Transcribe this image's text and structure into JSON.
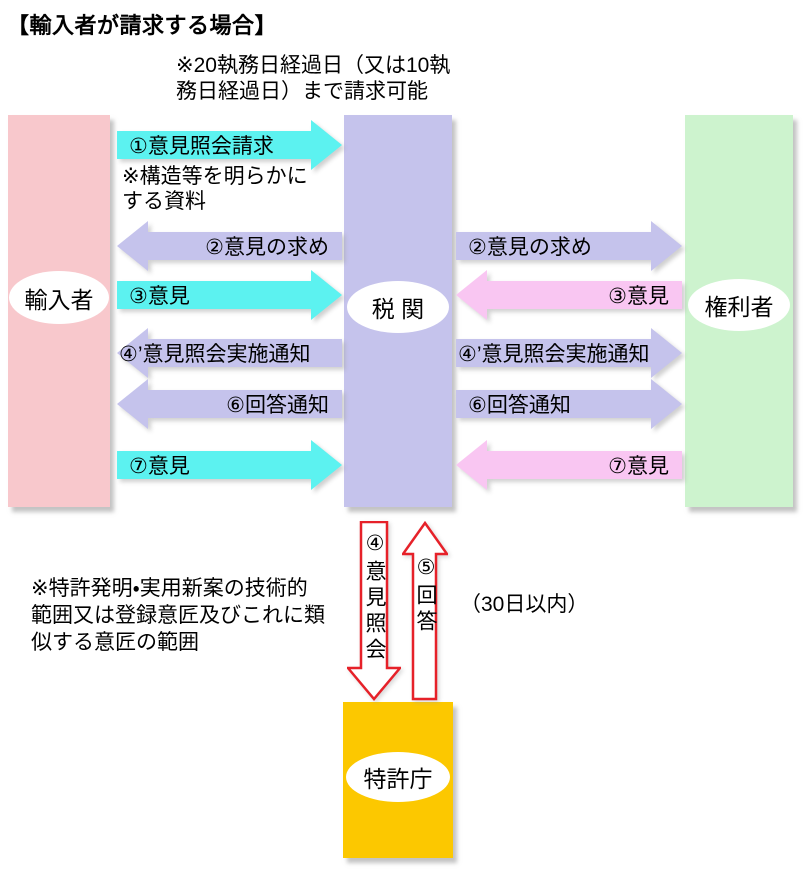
{
  "title": "【輸入者が請求する場合】",
  "notes": {
    "deadline_top": "※20執務日経過日（又は10執\n務日経過日）まで請求可能",
    "materials": "※構造等を明らかに\nする資料",
    "scope": "※特許発明・実用新案の技術的\n範囲又は登録意匠及びこれに類\n似する意匠の範囲",
    "response_limit": "（30日以内）"
  },
  "entities": {
    "importer": {
      "label": "輸入者",
      "color": "#F8C8CC"
    },
    "customs": {
      "label": "税 関",
      "color": "#C5C3EC"
    },
    "rights_holder": {
      "label": "権利者",
      "color": "#CDF3CE"
    },
    "patent_office": {
      "label": "特許庁",
      "color": "#FCC800"
    }
  },
  "importer_customs_arrows": [
    {
      "label": "①意見照会請求",
      "direction": "right",
      "color": "#5CF2F0"
    },
    {
      "label": "②意見の求め",
      "direction": "left",
      "color": "#C5C3EC"
    },
    {
      "label": "③意見",
      "direction": "right",
      "color": "#5CF2F0"
    },
    {
      "label": "④’意見照会実施通知",
      "direction": "left",
      "color": "#C5C3EC"
    },
    {
      "label": "⑥回答通知",
      "direction": "left",
      "color": "#C5C3EC"
    },
    {
      "label": "⑦意見",
      "direction": "right",
      "color": "#5CF2F0"
    }
  ],
  "customs_rightsholder_arrows": [
    {
      "label": "②意見の求め",
      "direction": "right",
      "color": "#C5C3EC"
    },
    {
      "label": "③意見",
      "direction": "left",
      "color": "#F9C6F2"
    },
    {
      "label": "④’意見照会実施通知",
      "direction": "right",
      "color": "#C5C3EC"
    },
    {
      "label": "⑥回答通知",
      "direction": "right",
      "color": "#C5C3EC"
    },
    {
      "label": "⑦意見",
      "direction": "left",
      "color": "#F9C6F2"
    }
  ],
  "customs_patentoffice_arrows": [
    {
      "label": "④意見照会",
      "direction": "down",
      "outline": "#E62129"
    },
    {
      "label": "⑤回答",
      "direction": "up",
      "outline": "#E62129"
    }
  ],
  "colors": {
    "cyan_arrow": "#5CF2F0",
    "lavender_arrow": "#C5C3EC",
    "pink_arrow": "#F9C6F2",
    "red_outline": "#E62129",
    "background": "#FFFFFF"
  }
}
